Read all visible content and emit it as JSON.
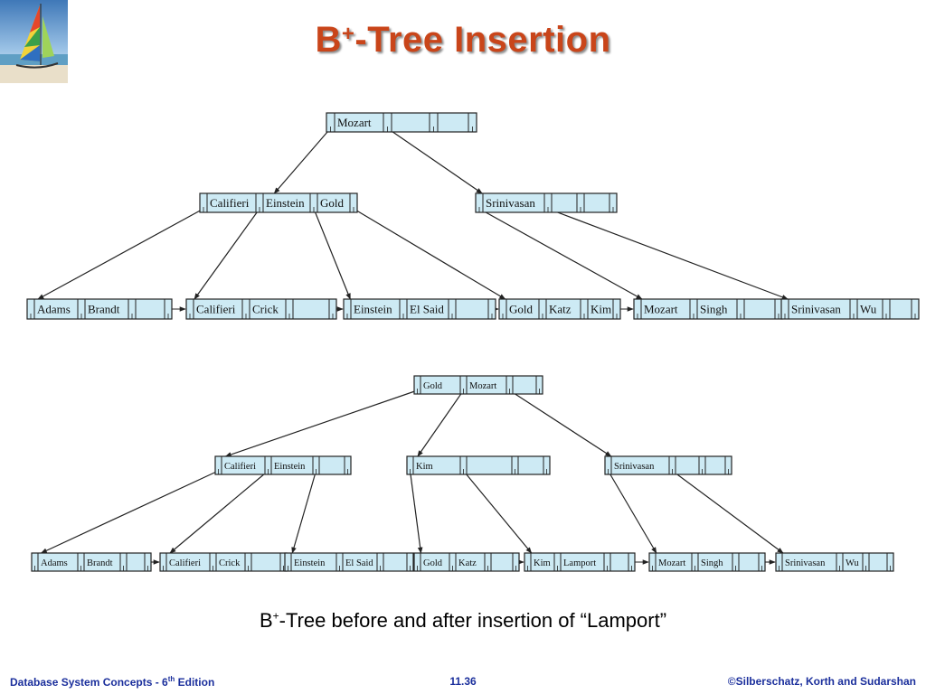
{
  "slide": {
    "title_main": "B",
    "title_sup": "+",
    "title_rest": "-Tree  Insertion",
    "caption_main": "B",
    "caption_sup": "+",
    "caption_rest": "-Tree before and after insertion of “Lamport”",
    "footer_left_main": "Database System Concepts - 6",
    "footer_left_sup": "th",
    "footer_left_rest": " Edition",
    "footer_center": "11.36",
    "footer_right": "©Silberschatz, Korth and Sudarshan",
    "logo_icon": "sailboat-logo-icon"
  },
  "colors": {
    "title": "#c9451a",
    "footer": "#1b2f9c",
    "node_fill": "#cdeaf4",
    "node_stroke": "#222222"
  },
  "trees": [
    {
      "name": "before",
      "nodes": [
        {
          "id": "root",
          "keys": [
            "Mozart"
          ],
          "slots": 3
        },
        {
          "id": "int-left",
          "keys": [
            "Califieri",
            "Einstein",
            "Gold"
          ],
          "slots": 3
        },
        {
          "id": "int-right",
          "keys": [
            "Srinivasan"
          ],
          "slots": 3
        },
        {
          "id": "leaf-adams",
          "keys": [
            "Adams",
            "Brandt"
          ],
          "slots": 3
        },
        {
          "id": "leaf-califieri",
          "keys": [
            "Califieri",
            "Crick"
          ],
          "slots": 3
        },
        {
          "id": "leaf-einstein",
          "keys": [
            "Einstein",
            "El Said"
          ],
          "slots": 3
        },
        {
          "id": "leaf-gold",
          "keys": [
            "Gold",
            "Katz",
            "Kim"
          ],
          "slots": 3
        },
        {
          "id": "leaf-mozart",
          "keys": [
            "Mozart",
            "Singh"
          ],
          "slots": 3
        },
        {
          "id": "leaf-srinivasan",
          "keys": [
            "Srinivasan",
            "Wu"
          ],
          "slots": 3
        }
      ]
    },
    {
      "name": "after",
      "nodes": [
        {
          "id": "root",
          "keys": [
            "Gold",
            "Mozart"
          ],
          "slots": 3
        },
        {
          "id": "int-a",
          "keys": [
            "Califieri",
            "Einstein"
          ],
          "slots": 3
        },
        {
          "id": "int-b",
          "keys": [
            "Kim"
          ],
          "slots": 3
        },
        {
          "id": "int-c",
          "keys": [
            "Srinivasan"
          ],
          "slots": 3
        },
        {
          "id": "leaf-adams",
          "keys": [
            "Adams",
            "Brandt"
          ],
          "slots": 3
        },
        {
          "id": "leaf-califieri",
          "keys": [
            "Califieri",
            "Crick"
          ],
          "slots": 3
        },
        {
          "id": "leaf-einstein",
          "keys": [
            "Einstein",
            "El Said"
          ],
          "slots": 3
        },
        {
          "id": "leaf-gold",
          "keys": [
            "Gold",
            "Katz"
          ],
          "slots": 3
        },
        {
          "id": "leaf-kim",
          "keys": [
            "Kim",
            "Lamport"
          ],
          "slots": 3
        },
        {
          "id": "leaf-mozart",
          "keys": [
            "Mozart",
            "Singh"
          ],
          "slots": 3
        },
        {
          "id": "leaf-srinivasan",
          "keys": [
            "Srinivasan",
            "Wu"
          ],
          "slots": 3
        }
      ]
    }
  ]
}
